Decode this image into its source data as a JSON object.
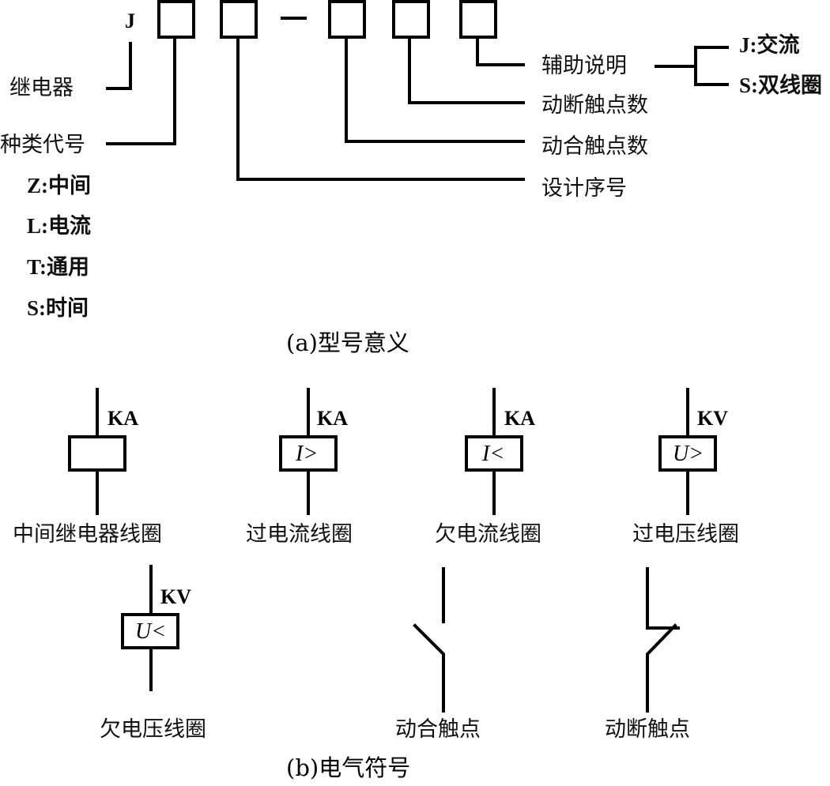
{
  "model_code": {
    "prefix": "J",
    "dash": "—",
    "relay_label": "继电器",
    "type_code_label": "种类代号",
    "type_options": [
      "Z:中间",
      "L:电流",
      "T:通用",
      "S:时间"
    ],
    "aux_label": "辅助说明",
    "aux_options": [
      "J:交流",
      "S:双线圈"
    ],
    "nc_count_label": "动断触点数",
    "no_count_label": "动合触点数",
    "design_seq_label": "设计序号",
    "caption": "(a)型号意义"
  },
  "symbols": {
    "items": [
      {
        "tag": "KA",
        "inner": "",
        "label": "中间继电器线圈"
      },
      {
        "tag": "KA",
        "inner": "I>",
        "label": "过电流线圈"
      },
      {
        "tag": "KA",
        "inner": "I<",
        "label": "欠电流线圈"
      },
      {
        "tag": "KV",
        "inner": "U>",
        "label": "过电压线圈"
      },
      {
        "tag": "KV",
        "inner": "U<",
        "label": "欠电压线圈"
      }
    ],
    "no_contact_label": "动合触点",
    "nc_contact_label": "动断触点",
    "caption": "(b)电气符号"
  }
}
